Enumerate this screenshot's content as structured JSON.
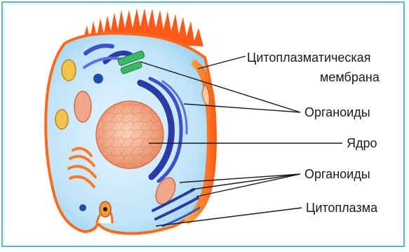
{
  "labels": {
    "membrane_line1": "Цитоплазматическая",
    "membrane_line2": "мембрана",
    "organelles_1": "Органоиды",
    "nucleus": "Ядро",
    "organelles_2": "Органоиды",
    "cytoplasm": "Цитоплазма"
  },
  "colors": {
    "frame_border": "#5ab4d6",
    "cytoplasm": "#bfe3f7",
    "membrane": "#ff6a1a",
    "nucleus": "#f2a07a",
    "er": "#2a3aa6",
    "golgi": "#ff7a2a",
    "leader_line": "#1a1a1a"
  }
}
